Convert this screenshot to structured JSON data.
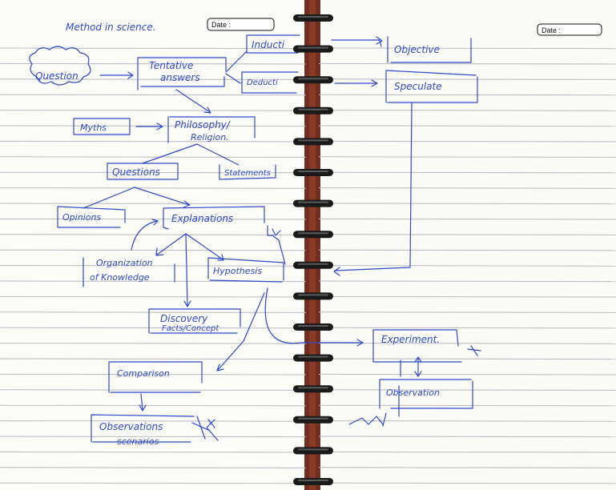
{
  "notebook": {
    "left_page": {
      "title": "Method in science.",
      "date_label": "Date :"
    },
    "right_page": {
      "date_label": "Date :"
    }
  },
  "diagram": {
    "nodes": {
      "question": "Question",
      "tentative_answers": [
        "Tentative",
        "answers"
      ],
      "inductive": "Inducti",
      "deductive": "Deducti",
      "objective": "Objective",
      "speculate": "Speculate",
      "myths": "Myths",
      "philosophy_religion": [
        "Philosophy/",
        "Religion."
      ],
      "questions": "Questions",
      "statements": "Statements",
      "opinions": "Opinions",
      "explanations": "Explanations",
      "organization_of_knowledge": [
        "Organization",
        "of Knowledge"
      ],
      "hypothesis": "Hypothesis",
      "discovery": [
        "Discovery",
        "Facts/Concept"
      ],
      "experiment": "Experiment.",
      "observation": "Observation",
      "comparison": "Comparison",
      "observations": "Observations",
      "scenarios": "scenarios"
    }
  },
  "colors": {
    "ink": "#2f49c8",
    "paper": "#fbfbf8",
    "rule_line": "#b9b9c2",
    "spiral": "#1a1a1a"
  }
}
